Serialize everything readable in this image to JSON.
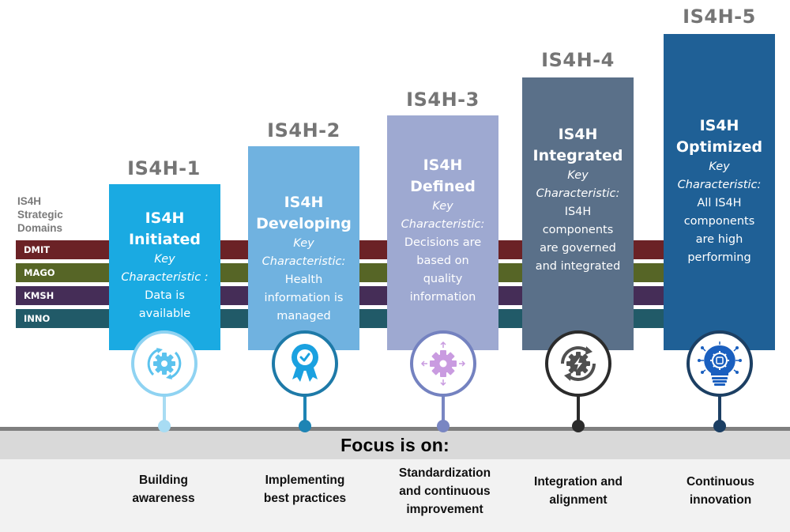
{
  "domains": {
    "label_lines": [
      "IS4H",
      "Strategic",
      "Domains"
    ],
    "items": [
      {
        "label": "DMIT",
        "color": "#6b2226"
      },
      {
        "label": "MAGO",
        "color": "#566526"
      },
      {
        "label": "KMSH",
        "color": "#452d57"
      },
      {
        "label": "INNO",
        "color": "#215a68"
      }
    ]
  },
  "levels": [
    {
      "title": "IS4H-1",
      "name_lines": [
        "IS4H",
        "Initiated"
      ],
      "key_label": "Key",
      "key_label2": "Characteristic :",
      "description_lines": [
        "Data is",
        "available"
      ],
      "color": "#1aaae2",
      "icon": "gear-cycle-icon",
      "ring_color": "#8fd3f2",
      "dot_color": "#a8dcf3"
    },
    {
      "title": "IS4H-2",
      "name_lines": [
        "IS4H",
        "Developing"
      ],
      "key_label": "Key",
      "key_label2": "Characteristic:",
      "description_lines": [
        "Health",
        "information is",
        "managed"
      ],
      "color": "#70b2e0",
      "icon": "award-badge-icon",
      "ring_color": "#1e7aa8",
      "dot_color": "#1e84b4"
    },
    {
      "title": "IS4H-3",
      "name_lines": [
        "IS4H",
        "Defined"
      ],
      "key_label": "Key",
      "key_label2": "Characteristic:",
      "description_lines": [
        "Decisions are",
        "based on",
        "quality",
        "information"
      ],
      "color": "#9ea9d1",
      "icon": "gear-expand-icon",
      "ring_color": "#7482c0",
      "dot_color": "#7986c2"
    },
    {
      "title": "IS4H-4",
      "name_lines": [
        "IS4H",
        "Integrated"
      ],
      "key_label": "Key",
      "key_label2": "Characteristic:",
      "description_lines": [
        "IS4H",
        "components",
        "are governed",
        "and integrated"
      ],
      "color": "#5a7089",
      "icon": "gear-sync-icon",
      "ring_color": "#2b2b2b",
      "dot_color": "#2b2b2b"
    },
    {
      "title": "IS4H-5",
      "name_lines": [
        "IS4H",
        "Optimized"
      ],
      "key_label": "Key",
      "key_label2": "Characteristic:",
      "description_lines": [
        "All IS4H",
        "components",
        "are high",
        "performing"
      ],
      "color": "#1f6096",
      "icon": "lightbulb-gear-icon",
      "ring_color": "#1c3f63",
      "dot_color": "#1c3f63"
    }
  ],
  "focus": {
    "title": "Focus is on:",
    "items": [
      [
        "Building",
        "awareness"
      ],
      [
        "Implementing",
        "best practices"
      ],
      [
        "Standardization",
        "and continuous",
        "improvement"
      ],
      [
        "Integration and",
        "alignment"
      ],
      [
        "Continuous",
        "innovation"
      ]
    ]
  }
}
